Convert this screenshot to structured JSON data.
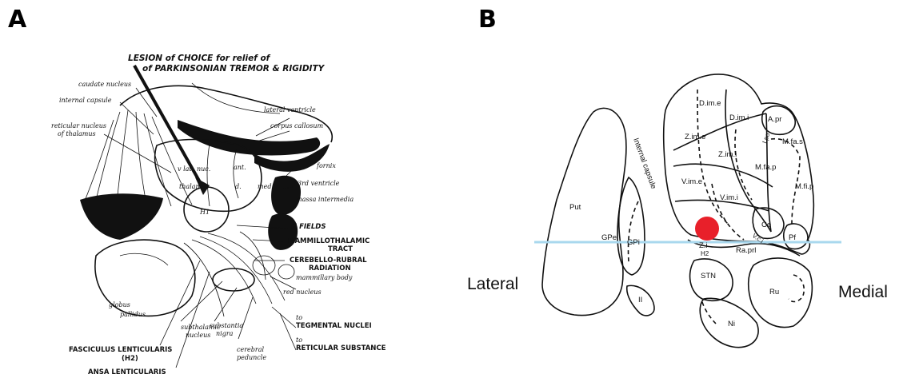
{
  "panels": {
    "a": {
      "letter": "A",
      "title_line1": "LESION of CHOICE for relief of",
      "title_line2": "of PARKINSONIAN TREMOR & RIGIDITY",
      "labels": {
        "caudate_nucleus": "caudate nucleus",
        "internal_capsule": "internal capsule",
        "reticular_nucleus_1": "reticular nucleus",
        "reticular_nucleus_2": "of thalamus",
        "lateral_ventricle": "lateral ventricle",
        "corpus_callosum": "corpus callosum",
        "fornix": "fornix",
        "third_ventricle": "3rd ventricle",
        "massa_intermedia": "massa intermedia",
        "v_lat": "v lat.",
        "nuc": "nuc.",
        "ant": "ant.",
        "thalamus": "thalamus",
        "d": "d.",
        "med": "med",
        "h1": "H1",
        "h_fields": "H FIELDS",
        "mammillothalamic_1": "MAMMILLOTHALAMIC",
        "mammillothalamic_2": "TRACT",
        "cerebello_1": "CEREBELLO-RUBRAL",
        "cerebello_2": "RADIATION",
        "mammillary_body": "mammillary body",
        "red_nucleus": "red nucleus",
        "globus": "globus",
        "pallidus": "pallidus",
        "subthalamic_1": "subthalamic",
        "subthalamic_2": "nucleus",
        "substantia_1": "substantia",
        "substantia_2": "nigra",
        "cerebral_1": "cerebral",
        "cerebral_2": "peduncle",
        "to_1": "to",
        "tegmental": "TEGMENTAL NUCLEI",
        "to_2": "to",
        "reticular_substance": "RETICULAR SUBSTANCE",
        "fasciculus_1": "FASCICULUS LENTICULARIS",
        "fasciculus_2": "(H2)",
        "ansa": "ANSA LENTICULARIS"
      }
    },
    "b": {
      "letter": "B",
      "side_left": "Lateral",
      "side_right": "Medial",
      "structures": {
        "put": "Put",
        "gpe": "GPe",
        "gpi": "GPi",
        "ii": "II",
        "internal_capsule": "Internal capsule",
        "d_im_e": "D.im.e",
        "d_im_i": "D.im.i",
        "a_pr": "A.pr",
        "z_im_e": "Z.im.e",
        "z_im_i": "Z.im.i",
        "m_fa_s": "M.fa.s",
        "m_fa_p": "M.fa.p",
        "v_im_e": "V.im.e",
        "v_im_i": "V.im.i",
        "m_fi_p": "M.fi.p",
        "ce": "Ce",
        "pf": "Pf",
        "v_c_i": "V.c.i",
        "lpo": "Lpo",
        "z_i": "Z.i",
        "h2": "H2",
        "ra_prl": "Ra.prl",
        "stn": "STN",
        "ru": "Ru",
        "ni": "Ni"
      },
      "colors": {
        "target_dot": "#e8202a",
        "axis_line": "#a9d8ee"
      }
    }
  }
}
